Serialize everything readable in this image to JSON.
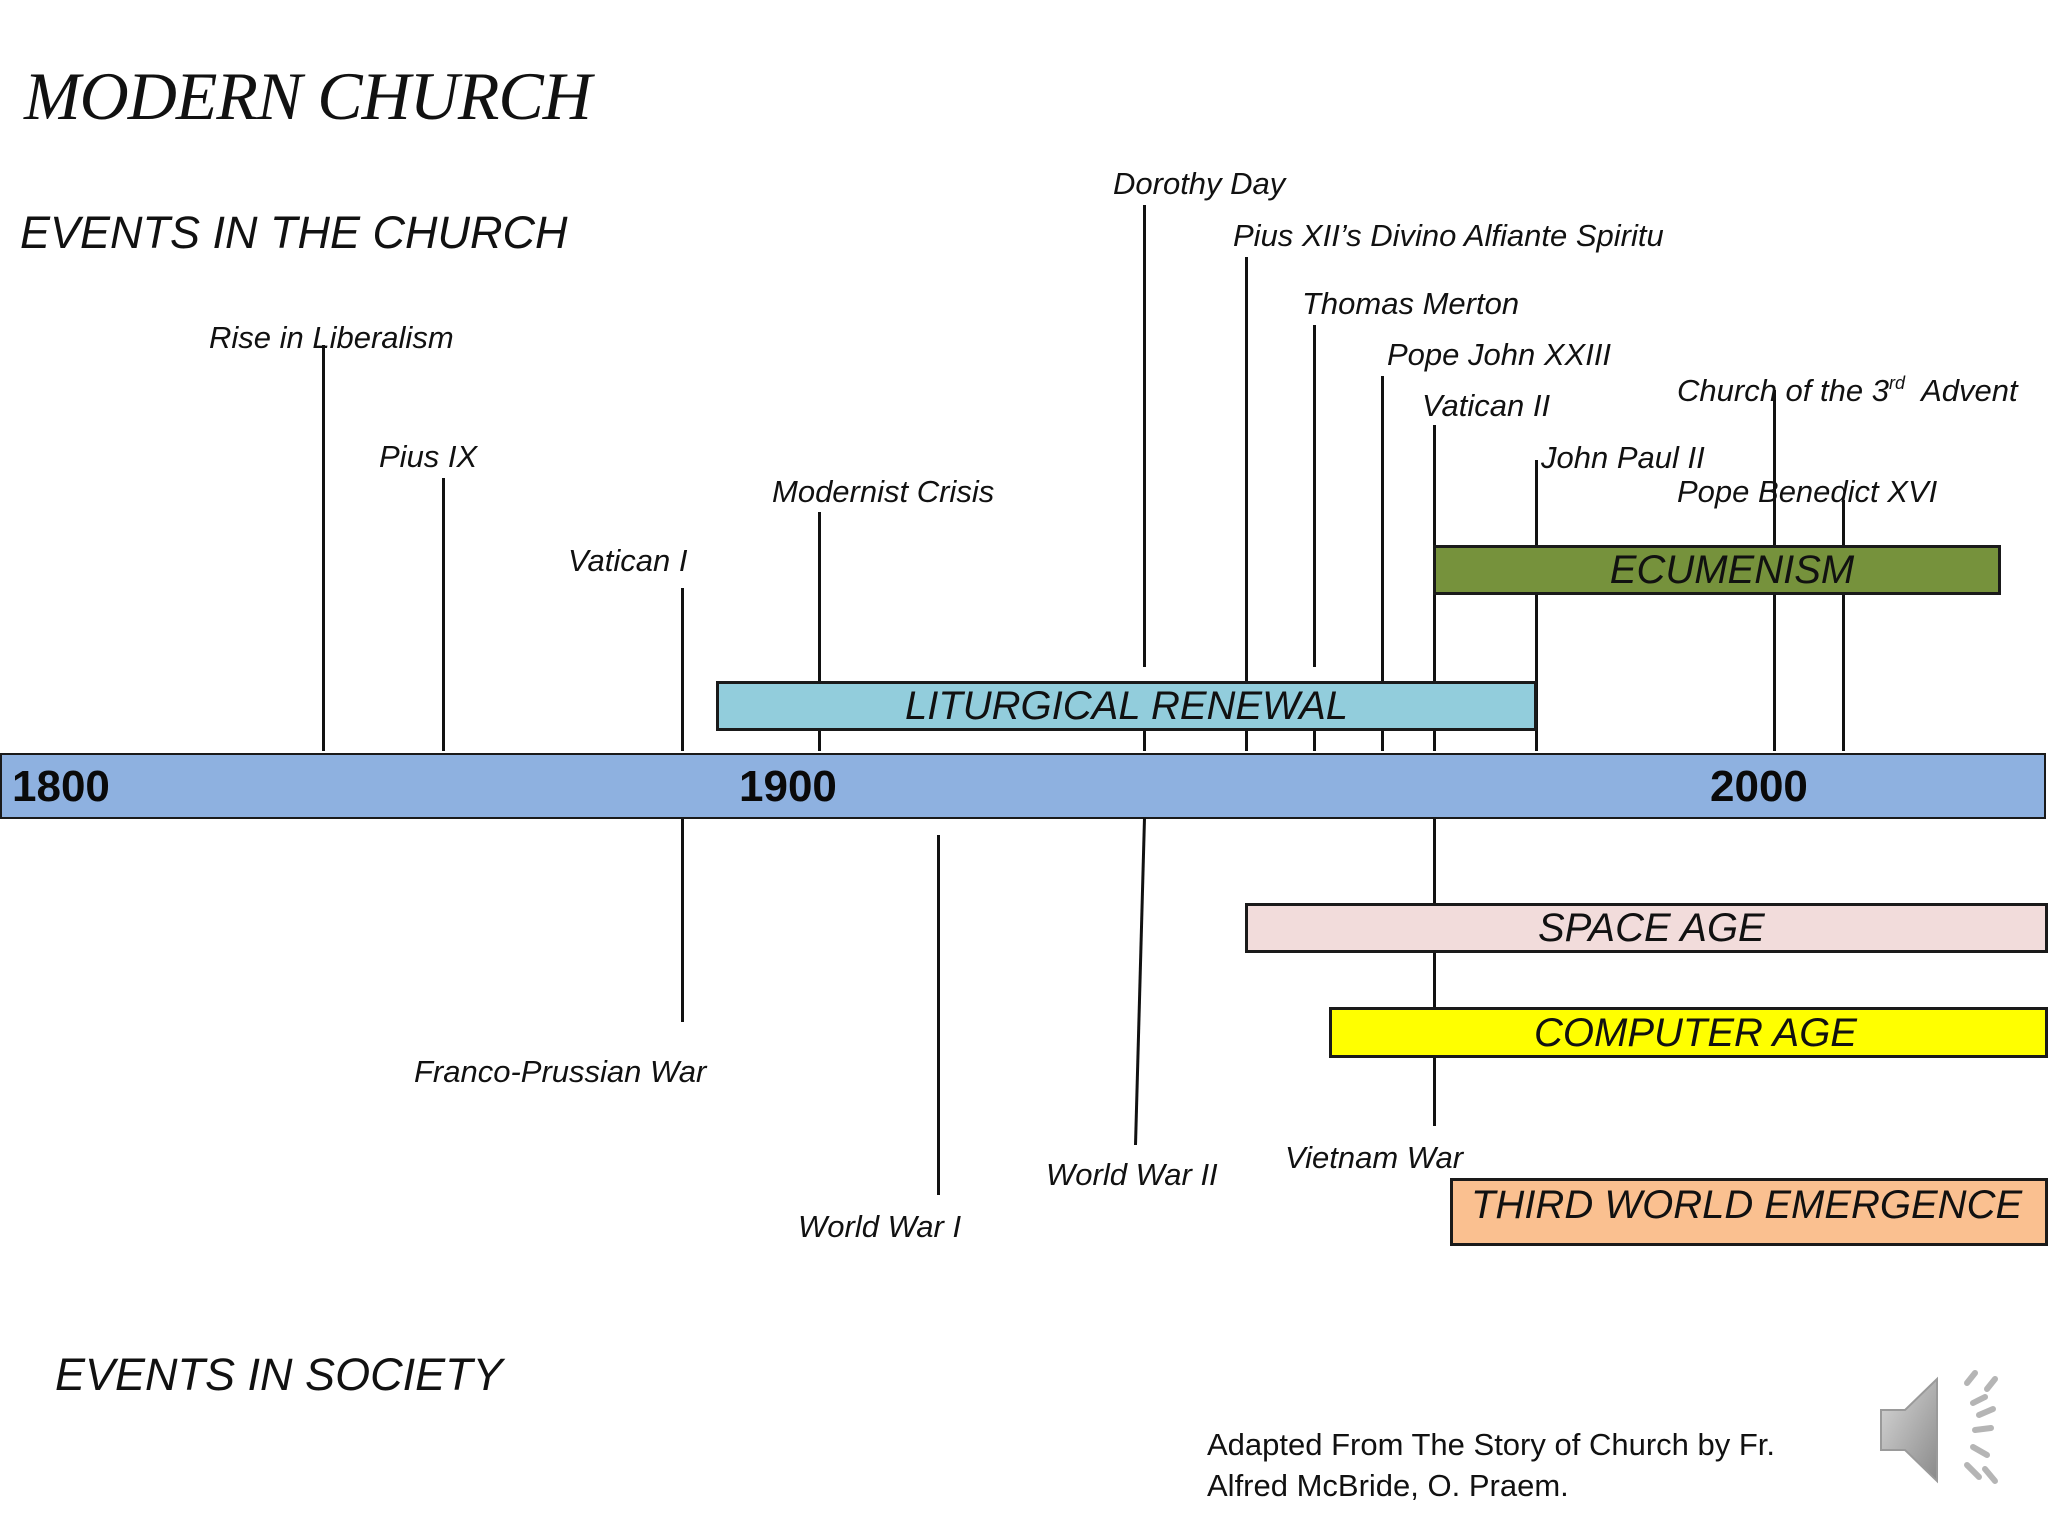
{
  "title": "MODERN CHURCH",
  "sections": {
    "church": "EVENTS IN THE CHURCH",
    "society": "EVENTS IN SOCIETY"
  },
  "timeline": {
    "years": [
      "1800",
      "1900",
      "2000"
    ]
  },
  "church_events": {
    "rise_in_liberalism": "Rise in Liberalism",
    "pius_ix": "Pius IX",
    "vatican_i": "Vatican I",
    "modernist_crisis": "Modernist Crisis",
    "dorothy_day": "Dorothy Day",
    "pius_xii": "Pius XII’s Divino Alfiante Spiritu",
    "thomas_merton": "Thomas Merton",
    "pope_john_xxiii": "Pope John XXIII",
    "vatican_ii": "Vatican II",
    "john_paul_ii": "John Paul II",
    "church_3rd_advent_pre": "Church of the 3",
    "church_3rd_advent_sup": "rd",
    "church_3rd_advent_post": "Advent",
    "pope_benedict_xvi": "Pope Benedict XVI"
  },
  "church_eras": {
    "liturgical_renewal": {
      "label": "LITURGICAL RENEWAL",
      "color": "#92cddc"
    },
    "ecumenism": {
      "label": "ECUMENISM",
      "color": "#76923c"
    }
  },
  "society_events": {
    "franco_prussian_war": "Franco-Prussian War",
    "world_war_i": "World War I",
    "world_war_ii": "World War II",
    "vietnam_war": "Vietnam War"
  },
  "society_eras": {
    "space_age": {
      "label": "SPACE AGE",
      "color": "#f2dcdb"
    },
    "computer_age": {
      "label": "COMPUTER AGE",
      "color": "#ffff00"
    },
    "third_world": {
      "label": "THIRD WORLD EMERGENCE",
      "color": "#fac090"
    }
  },
  "credit": {
    "line1": "Adapted From The Story of Church by Fr.",
    "line2": "Alfred McBride, O. Praem."
  },
  "icons": {
    "speaker": "speaker-icon"
  }
}
